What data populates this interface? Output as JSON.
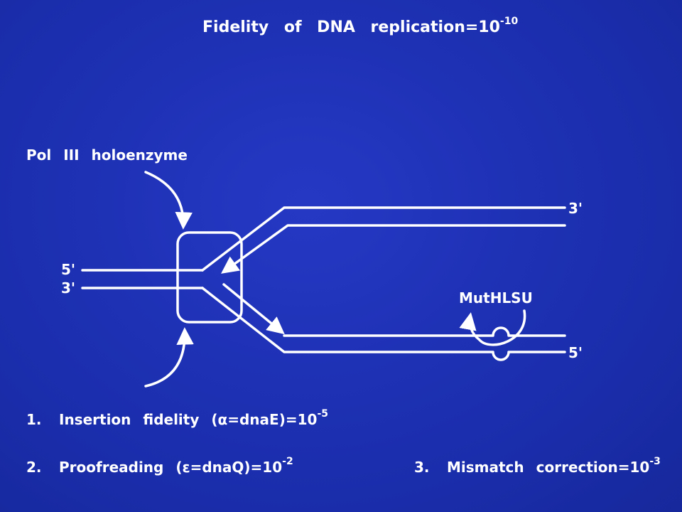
{
  "title": {
    "text": "Fidelity  of  DNA  replication=10",
    "exp": "-10"
  },
  "enzyme_label": "Pol  III  holoenzyme",
  "strand_ends": {
    "left_top": "5'",
    "left_bottom": "3'",
    "right_top": "3'",
    "right_bottom": "5'"
  },
  "repair_label": "MutHLSU",
  "items": [
    {
      "num": "1.",
      "text": "Insertion  fidelity  (α=dnaE)=10",
      "exp": "-5"
    },
    {
      "num": "2.",
      "text": "Proofreading  (ε=dnaQ)=10",
      "exp": "-2"
    },
    {
      "num": "3.",
      "text": "Mismatch  correction=10",
      "exp": "-3"
    }
  ],
  "colors": {
    "background": "#1c2fb0",
    "foreground": "#ffffff"
  }
}
